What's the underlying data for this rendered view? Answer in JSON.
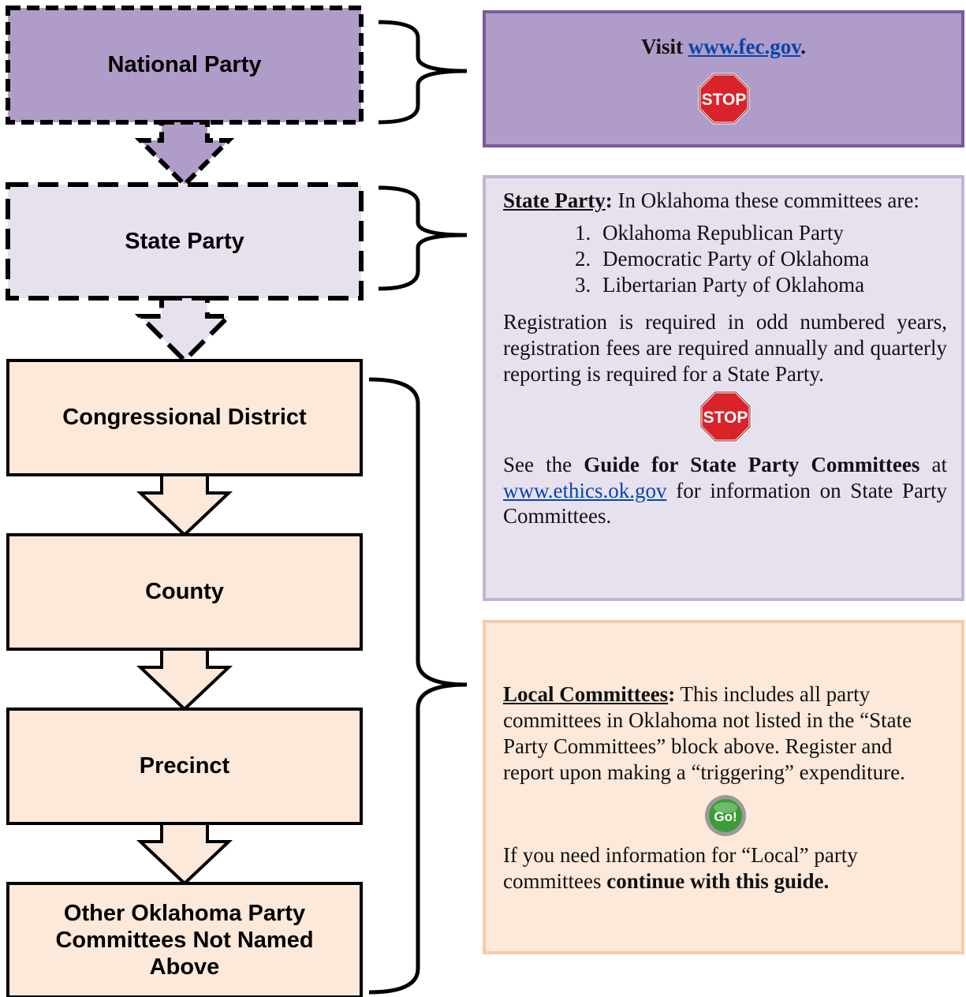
{
  "flow": {
    "national": "National Party",
    "state": "State Party",
    "congressional": "Congressional District",
    "county": "County",
    "precinct": "Precinct",
    "other": "Other Oklahoma Party Committees Not Named Above"
  },
  "national_panel": {
    "visit_prefix": "Visit ",
    "link": "www.fec.gov",
    "visit_suffix": ".",
    "stop_icon": "stop-sign-icon",
    "stop_text": "STOP"
  },
  "state_panel": {
    "heading": "State Party",
    "heading_colon": ":",
    "intro": " In Oklahoma these committees are:",
    "parties": [
      "Oklahoma Republican Party",
      "Democratic Party of Oklahoma",
      "Libertarian Party of Oklahoma"
    ],
    "registration": "Registration is required in odd numbered years, registration fees are required annually and quarterly reporting is required for a State Party.",
    "stop_text": "STOP",
    "see_prefix": "See the ",
    "guide_name": "Guide for State Party Committees",
    "at": " at ",
    "link": "www.ethics.ok.gov",
    "see_suffix": " for information on State Party Committees."
  },
  "local_panel": {
    "heading": "Local Committees",
    "heading_colon": ":",
    "body": " This includes all party committees in Oklahoma not listed in the “State Party Committees” block above. Register and report upon making a “triggering” expenditure.",
    "go_icon": "go-button-icon",
    "go_text": "Go!",
    "info_prefix": "If you need information for “Local” party committees ",
    "info_strong": "continue with this guide."
  },
  "colors": {
    "national_fill": "#b09cc8",
    "state_fill": "#e7e1ee",
    "local_fill": "#fde9da",
    "stop_red": "#d8232a",
    "go_green": "#3f9a3a"
  }
}
